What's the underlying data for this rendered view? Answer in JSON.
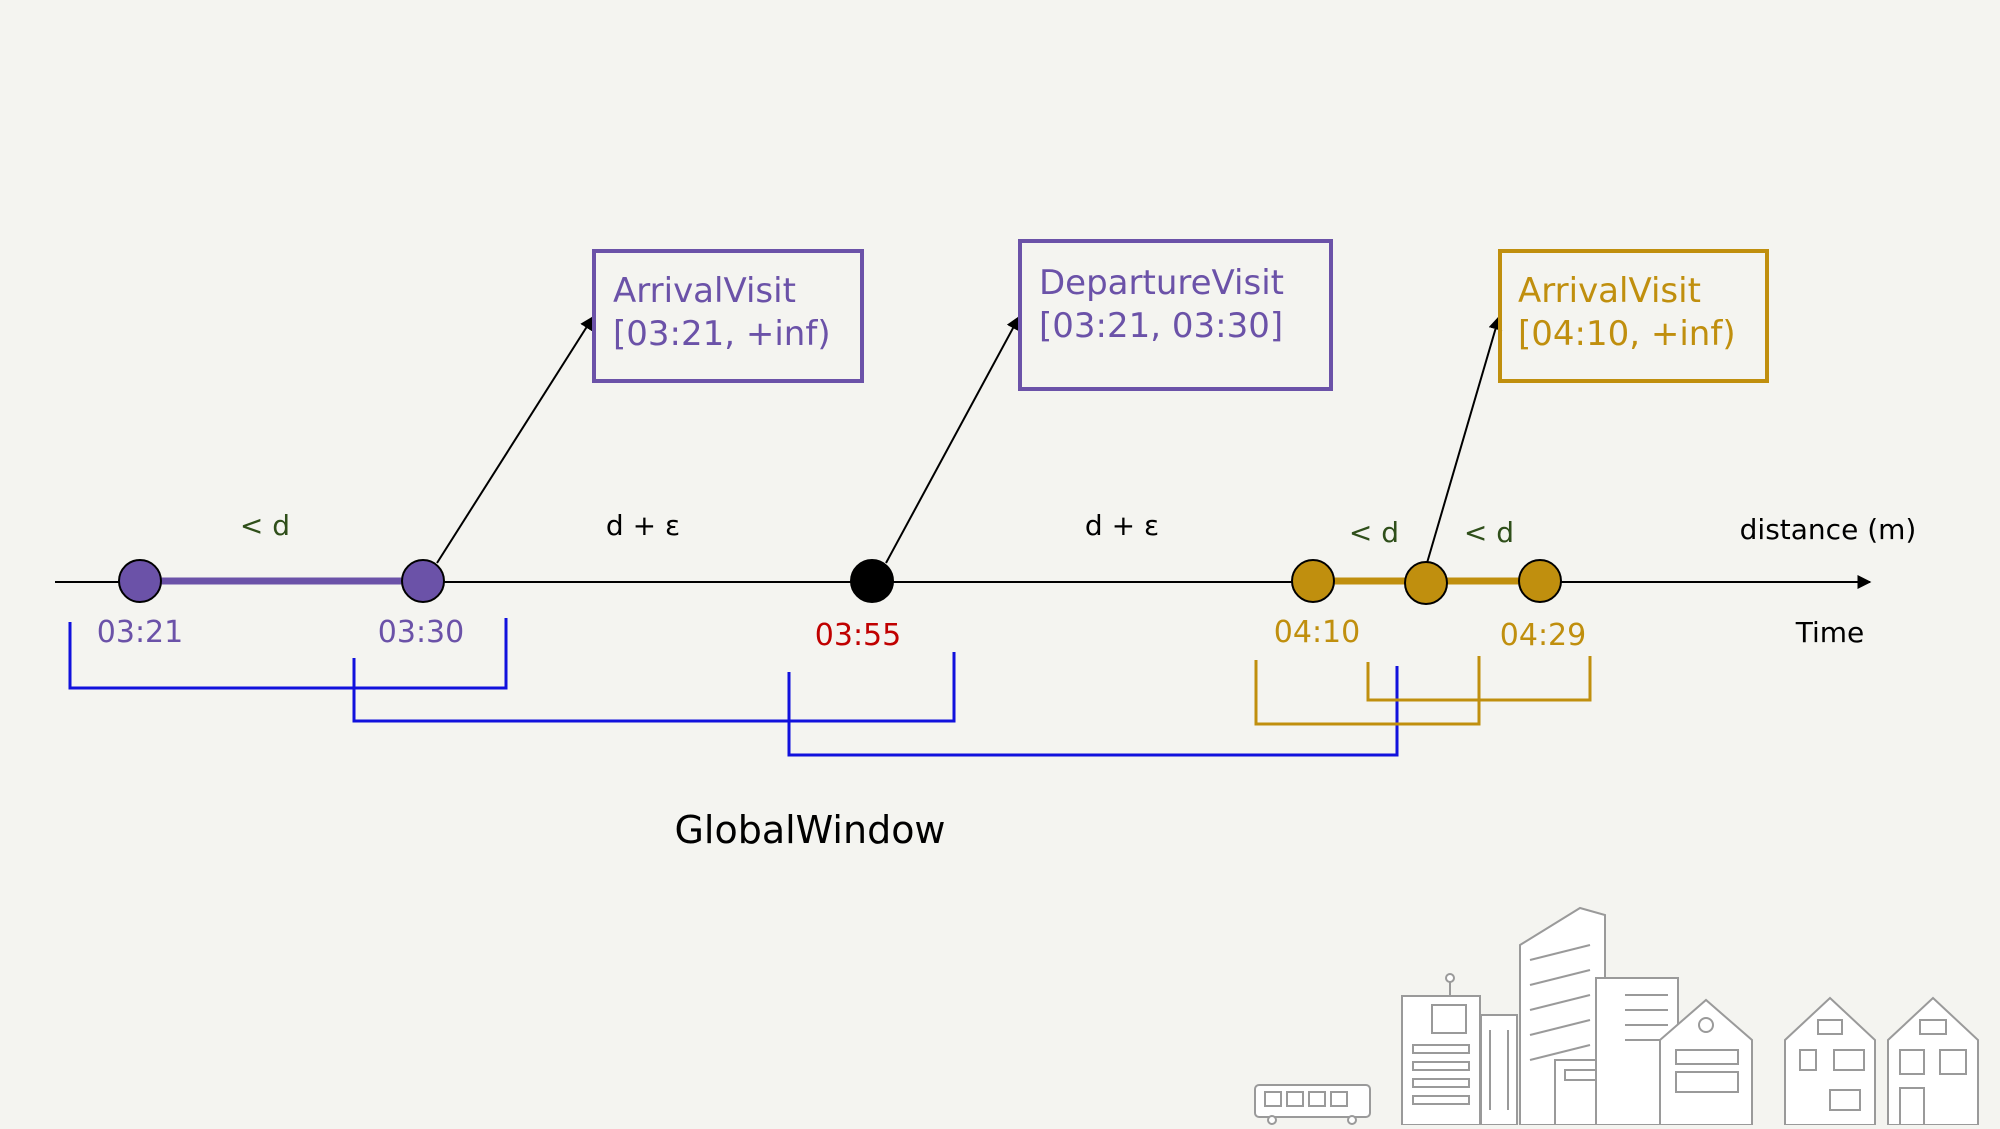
{
  "colors": {
    "purple": "#6b52a8",
    "gold": "#c08f0e",
    "black": "#000000",
    "red": "#c00000",
    "blue": "#1111dd",
    "green": "#2f4f1a",
    "background": "#f4f4f0",
    "illustration_stroke": "#9a9a9a"
  },
  "axis": {
    "distance_label": "distance (m)",
    "time_label": "Time"
  },
  "gap_labels": [
    "< d",
    "d + ε",
    "d + ε",
    "< d",
    "< d"
  ],
  "events": [
    {
      "time": "03:21",
      "color": "purple"
    },
    {
      "time": "03:30",
      "color": "purple"
    },
    {
      "time": "03:55",
      "color": "red"
    },
    {
      "time": "04:10",
      "color": "gold"
    },
    {
      "time": "",
      "color": "gold"
    },
    {
      "time": "04:29",
      "color": "gold"
    }
  ],
  "boxes": [
    {
      "line1": "ArrivalVisit",
      "line2": "[03:21, +inf)",
      "color": "purple"
    },
    {
      "line1": "DepartureVisit",
      "line2": "[03:21, 03:30]",
      "color": "purple"
    },
    {
      "line1": "ArrivalVisit",
      "line2": "[04:10, +inf)",
      "color": "gold"
    }
  ],
  "window_label": "GlobalWindow",
  "decoration": {
    "icon": "city-skyline-illustration"
  }
}
